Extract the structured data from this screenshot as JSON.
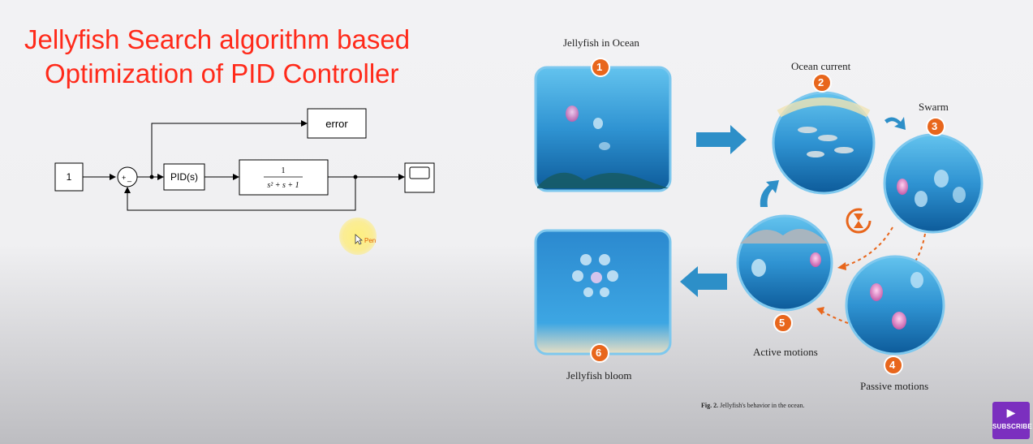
{
  "title": {
    "line1": "Jellyfish Search algorithm based",
    "line2": "Optimization of PID Controller"
  },
  "block_diagram": {
    "constant": "1",
    "sum_plus": "+",
    "sum_minus": "_",
    "pid": "PID(s)",
    "tf_num": "1",
    "tf_den": "s² + s + 1",
    "error_block": "error"
  },
  "pen": {
    "label": "Pen"
  },
  "figure": {
    "labels": {
      "jellyfish_in_ocean": "Jellyfish in Ocean",
      "ocean_current": "Ocean current",
      "swarm": "Swarm",
      "passive_motions": "Passive motions",
      "active_motions": "Active motions",
      "jellyfish_bloom": "Jellyfish bloom"
    },
    "numbers": [
      "1",
      "2",
      "3",
      "4",
      "5",
      "6"
    ],
    "caption_bold": "Fig. 2.",
    "caption_text": " Jellyfish's behavior in the ocean."
  },
  "subscribe": {
    "label": "SUBSCRIBE"
  },
  "colors": {
    "title": "#ff2a1a",
    "badge": "#e8661c",
    "arrow_blue": "#2d8fc8",
    "ocean_dark": "#0c5d9c",
    "ocean_light": "#49b3e6",
    "subscribe_bg": "#7b2fbf"
  }
}
